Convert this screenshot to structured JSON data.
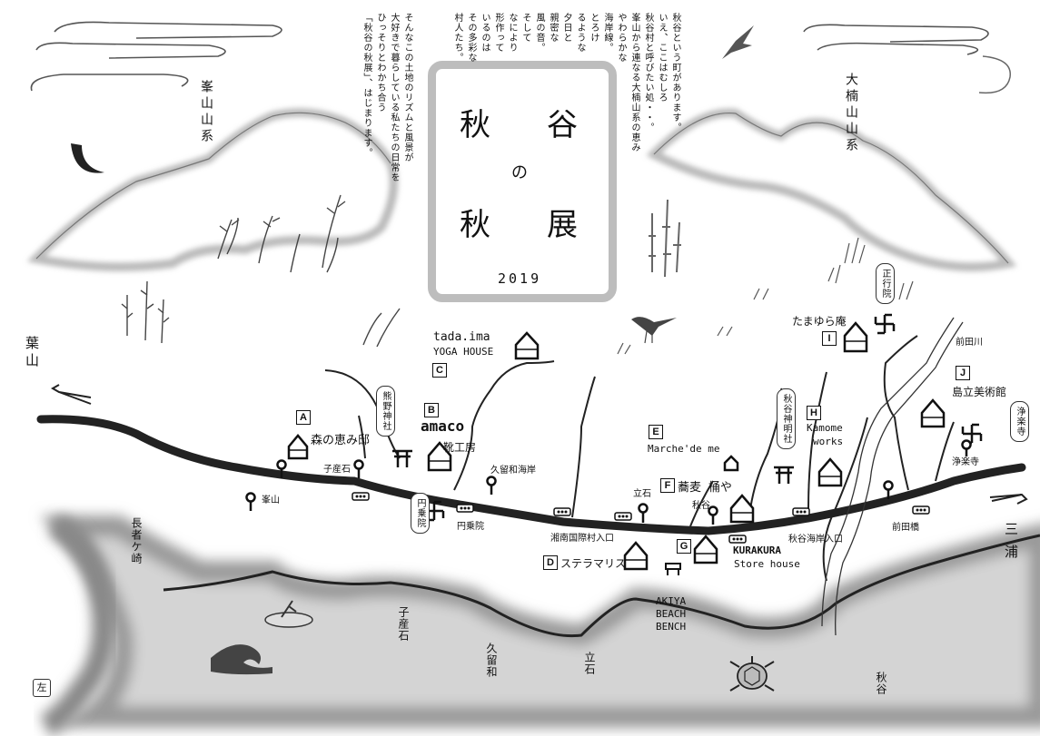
{
  "title": {
    "char1": "秋",
    "char2": "谷",
    "connector": "の",
    "char3": "秋",
    "char4": "展",
    "year": "2019"
  },
  "intro_columns": [
    "秋谷という町があります。",
    "いえ、ここはむしろ",
    "秋谷村と呼びたい処・・。",
    "峯山から連なる大楠山系の恵み",
    "やわらかな",
    "海岸線。",
    "とろけ",
    "るような",
    "夕日と",
    "親密な",
    "風の音。",
    "そして",
    "なにより",
    "形作って",
    "いるのは",
    "その多彩な",
    "村人たち。",
    "そんなこの土地のリズムと風景が",
    "大好きで暮らしている私たちの日常を",
    "ひっそりとわかち合う",
    "「秋谷の秋展」、はじまります。"
  ],
  "regions": {
    "mine_mountains": "峯山山系",
    "ogusu_mountains": "大楠山山系",
    "hayama": "葉山",
    "miura": "三浦",
    "chojagasaki": "長者ケ崎",
    "koyaishi_sea": "子産石",
    "kuruwa_sea": "久留和",
    "tateishi_sea": "立石",
    "akiya_sea": "秋谷"
  },
  "venues": [
    {
      "letter": "A",
      "name": "森の恵み邸"
    },
    {
      "letter": "B",
      "name": "amaco",
      "sub": "靴工房"
    },
    {
      "letter": "C",
      "name": "tada.ima",
      "sub": "YOGA HOUSE"
    },
    {
      "letter": "D",
      "name": "ステラマリス"
    },
    {
      "letter": "E",
      "name": "Marche'de me"
    },
    {
      "letter": "F",
      "name": "蕎麦 桶や"
    },
    {
      "letter": "G",
      "name": "KURAKURA",
      "sub": "Store house"
    },
    {
      "letter": "H",
      "name": "Kamome",
      "sub": "works"
    },
    {
      "letter": "I",
      "name": "たまゆら庵"
    },
    {
      "letter": "J",
      "name": "島立美術館"
    }
  ],
  "shrines_temples": {
    "kumano": "熊野神社",
    "enjoin": "円乗院",
    "akiya_shinmei": "秋谷神明社",
    "shogyoin": "正行院",
    "jorakuji": "浄楽寺"
  },
  "bus_stops": {
    "mineyama": "峯山",
    "koyaishi": "子産石",
    "enjoin": "円乗院",
    "kuruwa_kaigan": "久留和海岸",
    "shonan_kokusai": "湘南国際村入口",
    "tateishi": "立石",
    "akiya": "秋谷",
    "akiya_kaigan": "秋谷海岸入口",
    "maedabashi": "前田橋",
    "jorakuji": "浄楽寺"
  },
  "misc": {
    "maeda_river": "前田川",
    "beach_bench": [
      "AKIYA",
      "BEACH",
      "BENCH"
    ],
    "corner_mark": "左"
  }
}
